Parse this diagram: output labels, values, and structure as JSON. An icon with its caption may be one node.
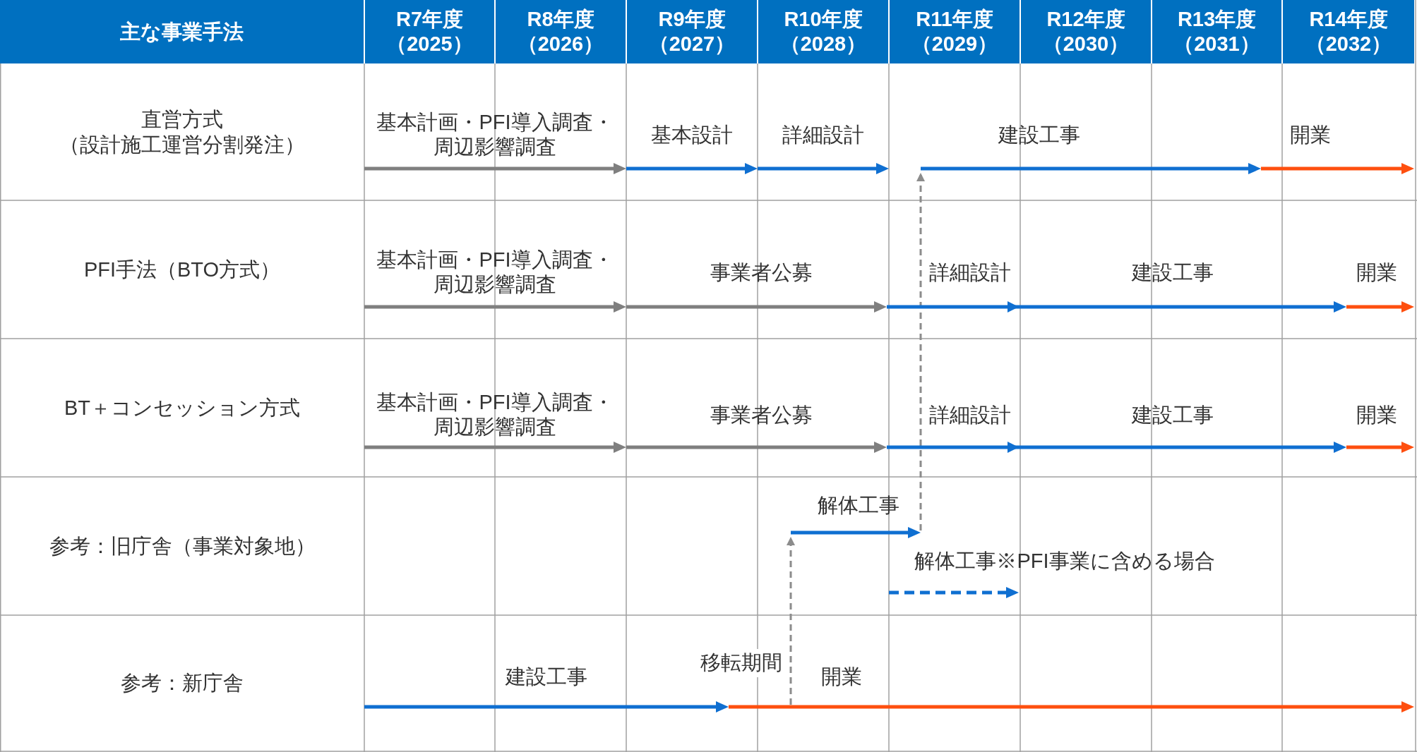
{
  "diagram": {
    "nodes": [
      {
        "text": [
          "基本計画・PFI導入調査・周辺影響調査"
        ]
      },
      {
        "text": [
          "基本設計"
        ]
      },
      {
        "text": [
          "詳細設計"
        ]
      },
      {
        "text": [
          "建設工事"
        ]
      },
      {
        "text": [
          "開業"
        ]
      },
      {
        "text": [
          "基本計画・PFI導入調査・周辺影響調査"
        ]
      },
      {
        "text": [
          "事業者公募"
        ]
      },
      {
        "text": [
          "詳細設計"
        ]
      },
      {
        "text": [
          "建設工事"
        ]
      },
      {
        "text": [
          "開業"
        ]
      },
      {
        "text": [
          "基本計画・PFI導入調査・周辺影響調査"
        ]
      },
      {
        "text": [
          "事業者公募"
        ]
      },
      {
        "text": [
          "詳細設計"
        ]
      },
      {
        "text": [
          "建設工事"
        ]
      },
      {
        "text": [
          "開業"
        ]
      },
      {
        "text": [
          "解体工事"
        ]
      },
      {
        "text": [
          "解体工事※PFI事業に含める場合"
        ]
      },
      {
        "text": [
          "建設工事"
        ]
      },
      {
        "text": [
          "開業"
        ]
      }
    ],
    "edges": [
      {
        "from": 18,
        "to": 15,
        "arrow": "to",
        "label": "移転期間",
        "style": "dashed"
      },
      {
        "from": 15,
        "to": 3,
        "arrow": "to",
        "style": "dashed"
      },
      {
        "from": 6,
        "to": 8,
        "arrow": "to",
        "color": "#0f6fd1"
      },
      {
        "from": 11,
        "to": 13,
        "arrow": "to",
        "color": "#0f6fd1"
      }
    ],
    "labels": [
      "主な事業手法",
      "R7年度（2025）",
      "R8年度（2026）",
      "R9年度（2027）",
      "R10年度（2028）",
      "R11年度（2029）",
      "R12年度（2030）",
      "R13年度（2031）",
      "R14年度（2032）",
      "直営方式（設計施工運営分割発注）",
      "PFI手法（BTO方式）",
      "BT＋コンセッション方式",
      "参考：旧庁舎（事業対象地）",
      "参考：新庁舎"
    ]
  }
}
